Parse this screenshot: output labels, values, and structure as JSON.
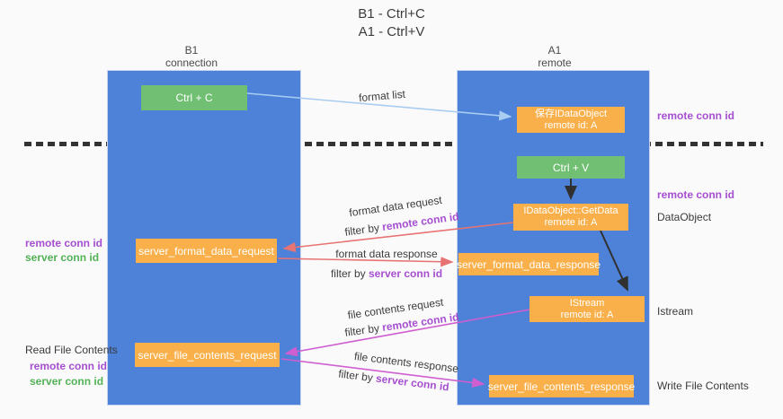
{
  "title": {
    "line1": "B1 - Ctrl+C",
    "line2": "A1 - Ctrl+V"
  },
  "columns": {
    "left": {
      "name": "B1",
      "role": "connection"
    },
    "right": {
      "name": "A1",
      "role": "remote"
    }
  },
  "boxes": {
    "ctrl_c": {
      "label": "Ctrl + C"
    },
    "save_dataobject": {
      "line1": "保存IDataObject",
      "line2": "remote id: A"
    },
    "ctrl_v": {
      "label": "Ctrl + V"
    },
    "getdata": {
      "line1": "IDataObject::GetData",
      "line2": "remote id: A"
    },
    "istream": {
      "line1": "IStream",
      "line2": "remote id: A"
    },
    "server_format_data_request": {
      "label": "server_format_data_request"
    },
    "server_format_data_response": {
      "label": "server_format_data_response"
    },
    "server_file_contents_request": {
      "label": "server_file_contents_request"
    },
    "server_file_contents_response": {
      "label": "server_file_contents_response"
    }
  },
  "right_labels": {
    "remote_conn_id_top": "remote conn id",
    "remote_conn_id_mid": "remote conn id",
    "dataobject": "DataObject",
    "istream": "Istream",
    "write_file_contents": "Write File Contents"
  },
  "left_labels": {
    "remote_conn_id_1": "remote conn id",
    "server_conn_id_1": "server conn id",
    "read_file_contents": "Read File Contents",
    "remote_conn_id_2": "remote conn id",
    "server_conn_id_2": "server conn id"
  },
  "flow_labels": {
    "format_list": "format list",
    "format_data_request": "format data request",
    "format_data_response": "format data response",
    "file_contents_request": "file contents request",
    "file_contents_response": "file contents response",
    "filter_by": "filter by ",
    "remote_conn_id": "remote conn id",
    "server_conn_id": "server conn id"
  },
  "colors": {
    "column_blue": "#4d82d8",
    "box_orange": "#f9b04a",
    "box_green": "#71bf73",
    "arrow_light_blue": "#a9cdf1",
    "arrow_red": "#e87373",
    "arrow_magenta": "#cf5ed0",
    "arrow_black": "#303030",
    "label_purple": "#a64fd0",
    "label_green": "#53b156",
    "dash_line": "#333333"
  }
}
